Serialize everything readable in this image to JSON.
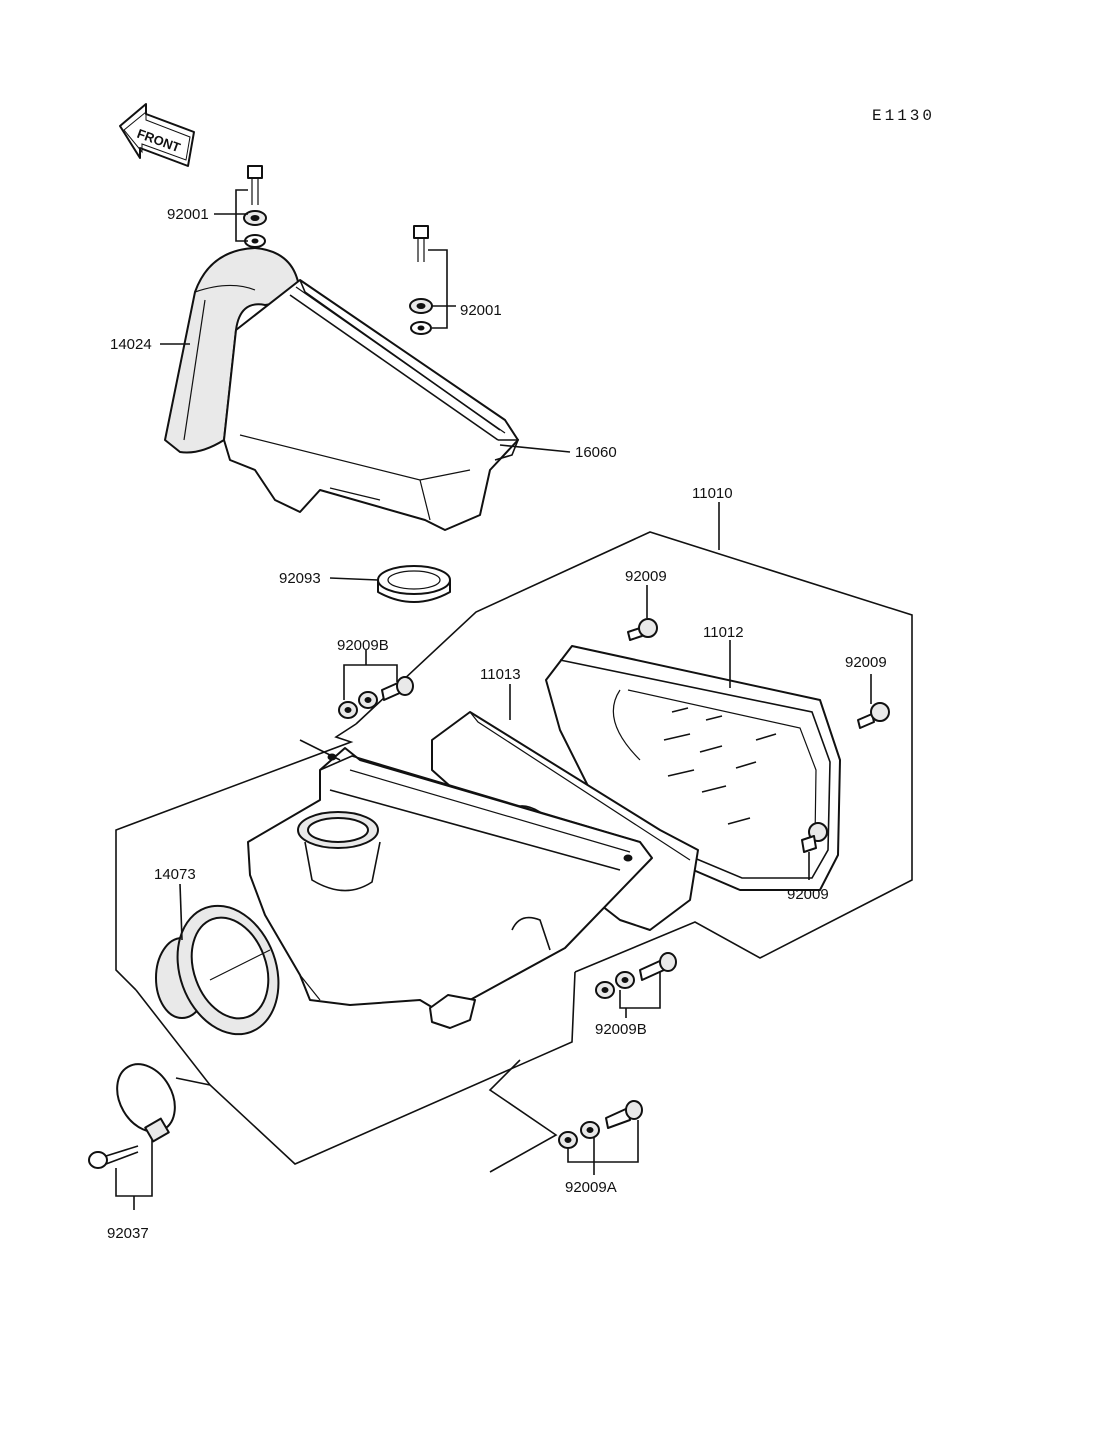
{
  "diagram": {
    "code": "E1130",
    "front_arrow_text": "FRONT",
    "labels": {
      "p92001_top": "92001",
      "p92001_right": "92001",
      "p14024": "14024",
      "p16060": "16060",
      "p11010": "11010",
      "p92093": "92093",
      "p92009_upper": "92009",
      "p11012": "11012",
      "p92009B_left": "92009B",
      "p11013": "11013",
      "p92009_right": "92009",
      "p14073": "14073",
      "p92009_lower": "92009",
      "p92009B_right": "92009B",
      "p92009A": "92009A",
      "p92037": "92037"
    }
  }
}
